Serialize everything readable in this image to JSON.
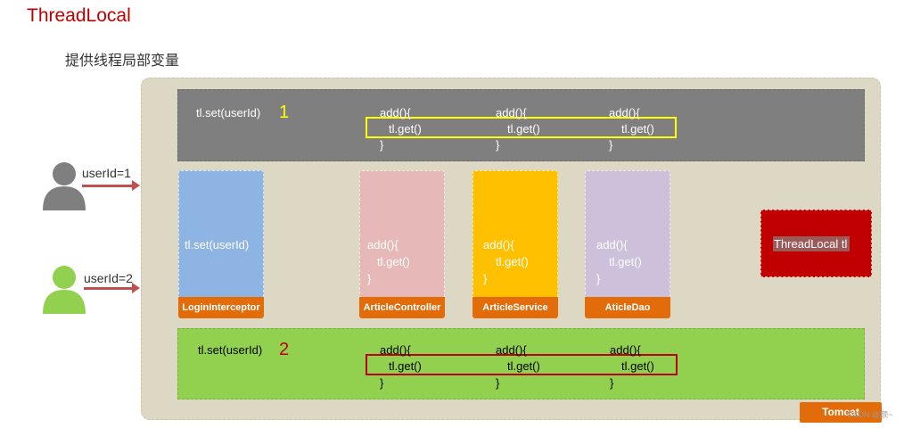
{
  "title": "ThreadLocal",
  "subtitle": "提供线程局部变量",
  "users": [
    {
      "label": "userId=1",
      "color": "#7f7f7f"
    },
    {
      "label": "userId=2",
      "color": "#92d050"
    }
  ],
  "top_band": {
    "set_text": "tl.set(userId)",
    "number": "1",
    "methods": [
      {
        "open": "add(){",
        "call": "tl.get()",
        "close": "}"
      },
      {
        "open": "add(){",
        "call": "tl.get()",
        "close": "}"
      },
      {
        "open": "add(){",
        "call": "tl.get()",
        "close": "}"
      }
    ]
  },
  "bottom_band": {
    "set_text": "tl.set(userId)",
    "number": "2",
    "methods": [
      {
        "open": "add(){",
        "call": "tl.get()",
        "close": "}"
      },
      {
        "open": "add(){",
        "call": "tl.get()",
        "close": "}"
      },
      {
        "open": "add(){",
        "call": "tl.get()",
        "close": "}"
      }
    ]
  },
  "columns": [
    {
      "label": "LoginInterceptor",
      "content": "tl.set(userId)",
      "color": "#8db4e2"
    },
    {
      "label": "ArticleController",
      "open": "add(){",
      "call": "tl.get()",
      "close": "}",
      "color": "#e6b9b8"
    },
    {
      "label": "ArticleService",
      "open": "add(){",
      "call": "tl.get()",
      "close": "}",
      "color": "#ffc000"
    },
    {
      "label": "AticleDao",
      "open": "add(){",
      "call": "tl.get()",
      "close": "}",
      "color": "#ccc0da"
    }
  ],
  "threadlocal_box": {
    "text": "ThreadLocal  tl",
    "color": "#c00000"
  },
  "tomcat_label": "Tomcat",
  "watermark": "CSDN @颜~"
}
